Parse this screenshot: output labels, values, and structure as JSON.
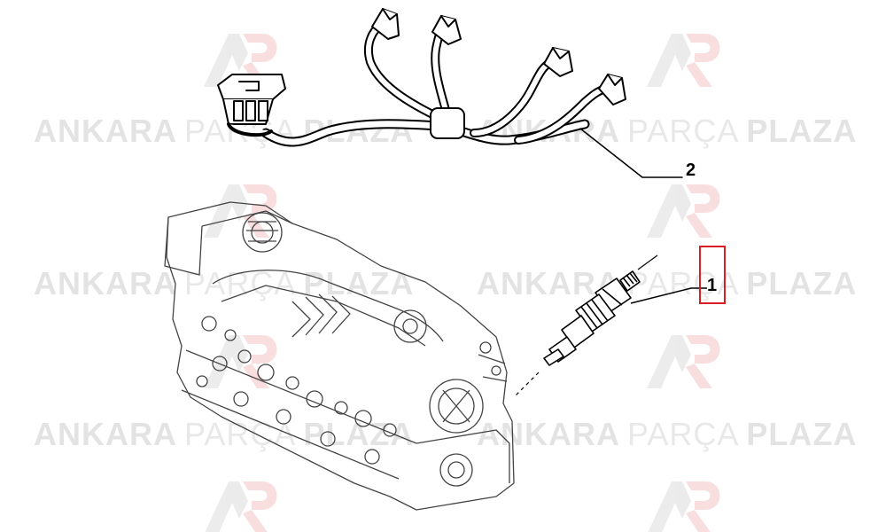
{
  "watermark": {
    "word1": "ANKARA",
    "word2": "PARÇA",
    "word3": "PLAZA",
    "logo_color": "#d81f26"
  },
  "callouts": [
    {
      "label": "2",
      "part": "glow plug wiring harness"
    },
    {
      "label": "1",
      "part": "glow plug",
      "highlight_color": "#d81f26"
    }
  ]
}
